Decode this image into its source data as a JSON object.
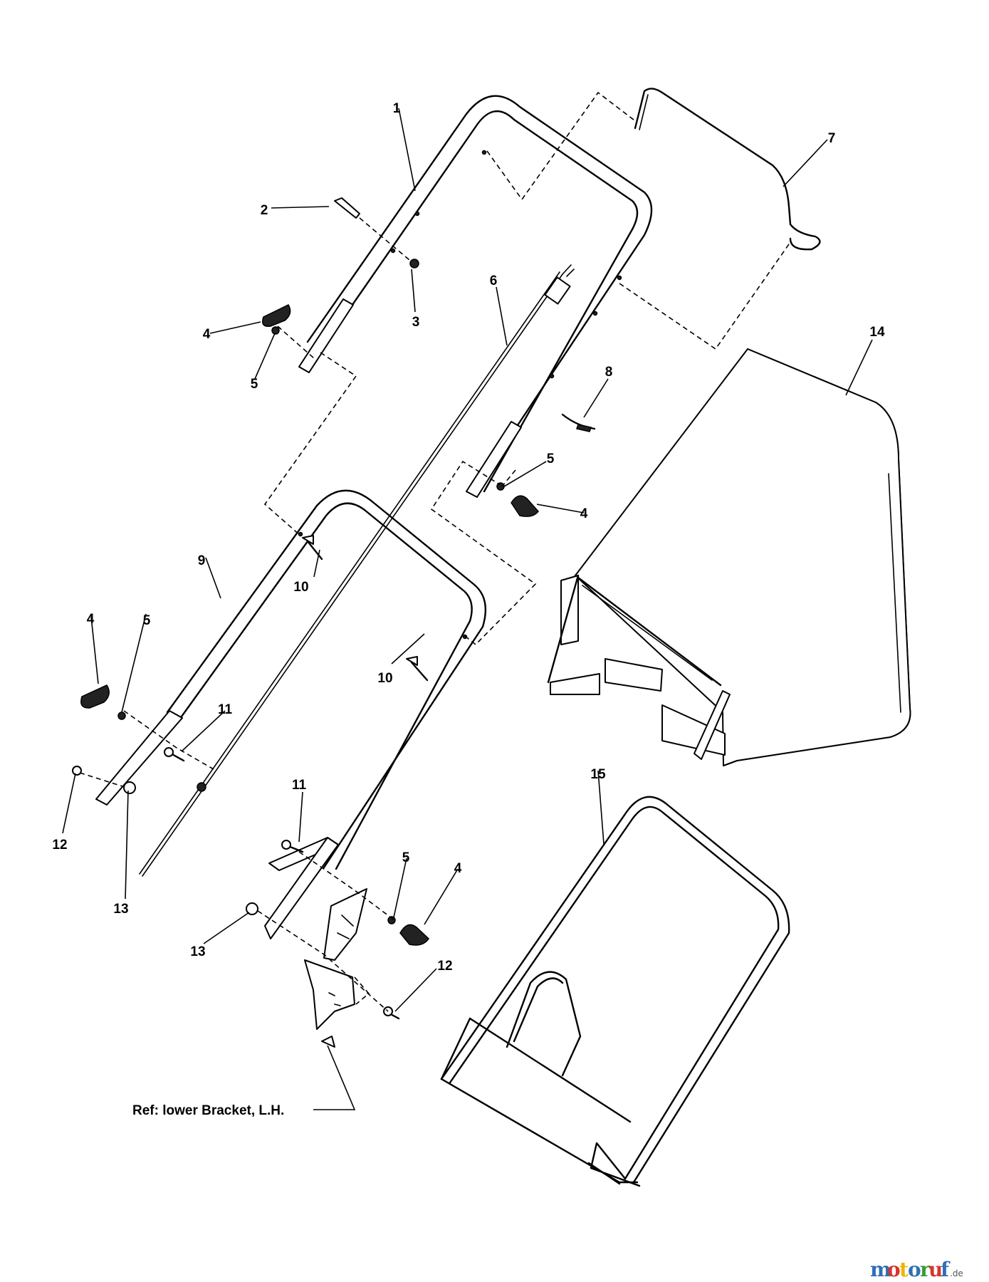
{
  "callouts": {
    "n1": "1",
    "n2": "2",
    "n3": "3",
    "n4a": "4",
    "n4b": "4",
    "n4c": "4",
    "n4d": "4",
    "n5a": "5",
    "n5b": "5",
    "n5c": "5",
    "n5d": "5",
    "n6": "6",
    "n7": "7",
    "n8": "8",
    "n9": "9",
    "n10a": "10",
    "n10b": "10",
    "n11a": "11",
    "n11b": "11",
    "n12a": "12",
    "n12b": "12",
    "n13a": "13",
    "n13b": "13",
    "n14": "14",
    "n15": "15"
  },
  "reference_note": "Ref: lower Bracket, L.H.",
  "watermark": {
    "letters": [
      "m",
      "o",
      "t",
      "o",
      "r",
      "u",
      "f"
    ],
    "suffix": ".de",
    "colors": [
      "#2f6fb5",
      "#d8342c",
      "#f0b400",
      "#2f6fb5",
      "#3a9a3a",
      "#d8342c",
      "#2f6fb5"
    ]
  }
}
